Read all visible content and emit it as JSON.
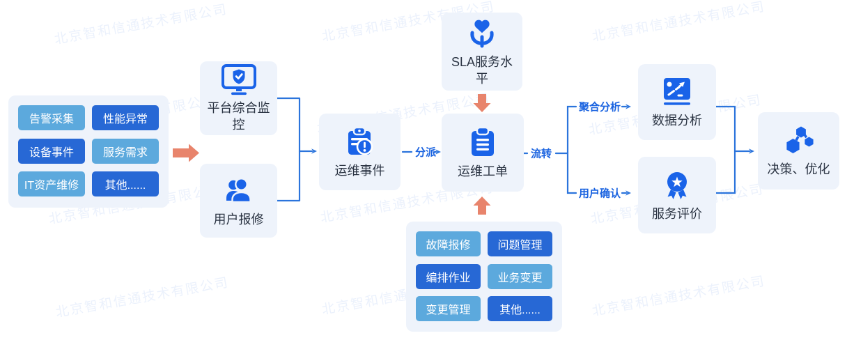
{
  "watermark": {
    "text": "北京智和信通技术有限公司"
  },
  "colors": {
    "icon_blue": "#1A63E8",
    "connector_blue": "#2B74DC",
    "edge_label_blue": "#1A63E0",
    "tag_dark_blue": "#2768D5",
    "tag_light_blue": "#5CA9DD",
    "panel_background": "#EEF3FB",
    "arrow_orange": "#E8846C",
    "card_text": "#2A3342"
  },
  "left_panel": {
    "tags": [
      {
        "label": "告警采集",
        "tone": "light"
      },
      {
        "label": "性能异常",
        "tone": "dark"
      },
      {
        "label": "设备事件",
        "tone": "dark"
      },
      {
        "label": "服务需求",
        "tone": "light"
      },
      {
        "label": "IT资产维修",
        "tone": "light"
      },
      {
        "label": "其他......",
        "tone": "dark"
      }
    ]
  },
  "cards": {
    "platform_monitoring": {
      "label": "平台综合监控",
      "icon": "monitor-shield-icon"
    },
    "user_report": {
      "label": "用户报修",
      "icon": "users-icon"
    },
    "ops_event": {
      "label": "运维事件",
      "icon": "clipboard-alert-icon"
    },
    "sla": {
      "label": "SLA服务水平",
      "icon": "heart-hands-icon"
    },
    "ops_ticket": {
      "label": "运维工单",
      "icon": "clipboard-list-icon"
    },
    "data_analysis": {
      "label": "数据分析",
      "icon": "chart-trend-icon"
    },
    "service_evaluation": {
      "label": "服务评价",
      "icon": "medal-icon"
    },
    "decision_optimization": {
      "label": "决策、优化",
      "icon": "hexagons-icon"
    }
  },
  "edge_labels": {
    "dispatch": "分派",
    "flow": "流转",
    "aggregate_analysis": "聚合分析",
    "user_confirm": "用户确认"
  },
  "bottom_panel": {
    "tags": [
      {
        "label": "故障报修",
        "tone": "light"
      },
      {
        "label": "问题管理",
        "tone": "dark"
      },
      {
        "label": "编排作业",
        "tone": "dark"
      },
      {
        "label": "业务变更",
        "tone": "light"
      },
      {
        "label": "变更管理",
        "tone": "light"
      },
      {
        "label": "其他......",
        "tone": "dark"
      }
    ]
  }
}
